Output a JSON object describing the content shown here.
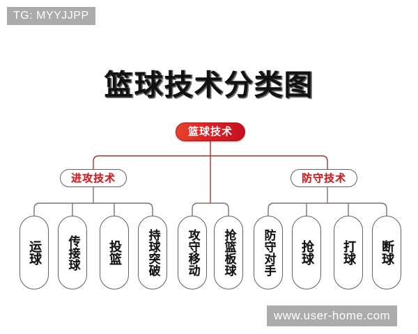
{
  "watermarks": {
    "top_left": "TG: MYYJJPP",
    "bottom_right": "www.user-home.com"
  },
  "title": "篮球技术分类图",
  "colors": {
    "background": "#ffffff",
    "root_red_light": "#e8452c",
    "root_red_dark": "#c2101f",
    "branch_text_red": "#cc1f22",
    "outline": "#6d5c58",
    "connector": "#80706c",
    "connector_red": "#a8302c",
    "watermark_bg": "#ababab",
    "title_text": "#111111",
    "leaf_text": "#121212"
  },
  "chart_data": {
    "type": "diagram",
    "subtype": "organization-tree",
    "title": "篮球技术分类图",
    "orientation": "top-down",
    "root": {
      "id": "root",
      "label": "篮球技术",
      "style": "red-pill-filled"
    },
    "groups": [
      {
        "id": "offense",
        "label": "进攻技术",
        "has_node": true,
        "children": [
          "运球",
          "传接球",
          "投篮",
          "持球突破"
        ]
      },
      {
        "id": "common",
        "label": "",
        "has_node": false,
        "children": [
          "攻守移动",
          "抢篮板球"
        ]
      },
      {
        "id": "defense",
        "label": "防守技术",
        "has_node": true,
        "children": [
          "防守对手",
          "抢球",
          "打球",
          "断球"
        ]
      }
    ],
    "leaf_count": 10,
    "level_count": 3
  },
  "nodes": {
    "root": "篮球技术",
    "offense": "进攻技术",
    "defense": "防守技术"
  },
  "leaves": [
    {
      "id": "dribble",
      "label": "运球",
      "chars": 2,
      "group": "offense"
    },
    {
      "id": "pass-catch",
      "label": "传接球",
      "chars": 3,
      "group": "offense"
    },
    {
      "id": "shoot",
      "label": "投篮",
      "chars": 2,
      "group": "offense"
    },
    {
      "id": "drive",
      "label": "持球突破",
      "chars": 4,
      "group": "offense"
    },
    {
      "id": "movement",
      "label": "攻守移动",
      "chars": 4,
      "group": "common"
    },
    {
      "id": "rebound",
      "label": "抢篮板球",
      "chars": 4,
      "group": "common"
    },
    {
      "id": "guard-opponent",
      "label": "防守对手",
      "chars": 4,
      "group": "defense"
    },
    {
      "id": "steal",
      "label": "抢球",
      "chars": 2,
      "group": "defense"
    },
    {
      "id": "hit-ball",
      "label": "打球",
      "chars": 2,
      "group": "defense"
    },
    {
      "id": "intercept",
      "label": "断球",
      "chars": 2,
      "group": "defense"
    }
  ]
}
